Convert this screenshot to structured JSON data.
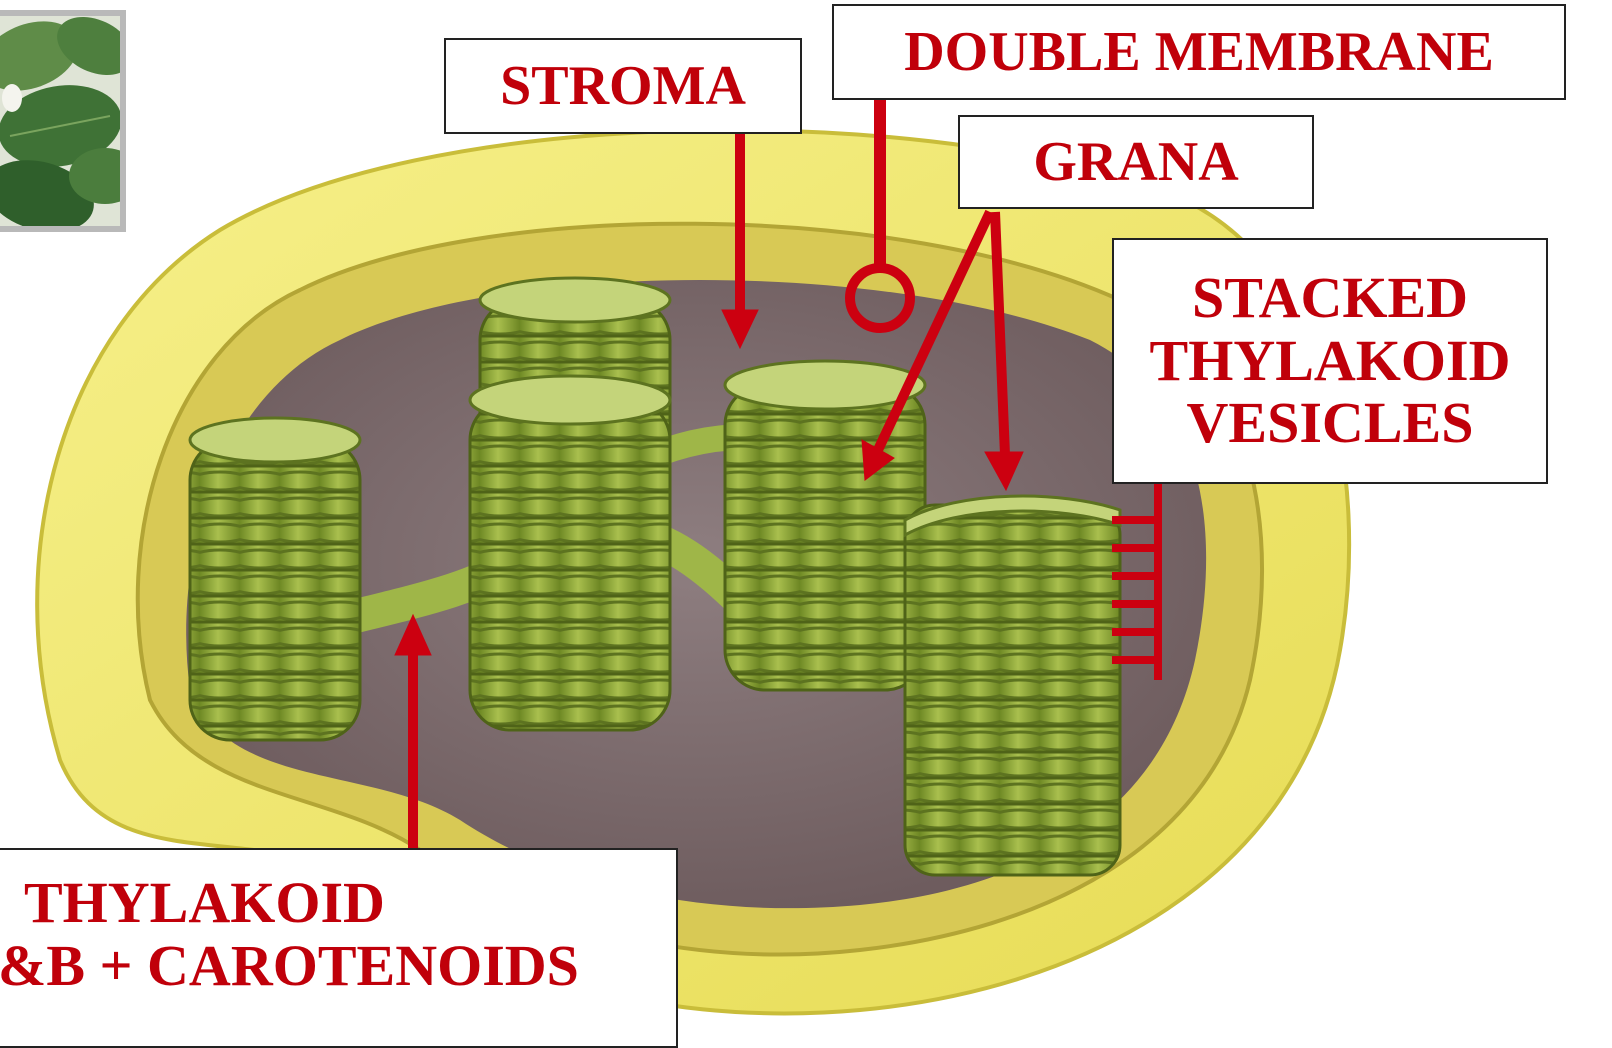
{
  "labels": {
    "stroma": "STROMA",
    "double_membrane": "DOUBLE MEMBRANE",
    "grana": "GRANA",
    "stacked": [
      "STACKED",
      "THYLAKOID",
      "VESICLES"
    ],
    "thylakoid": [
      "THYLAKOID",
      "&B + CAROTENOIDS"
    ]
  },
  "colors": {
    "label_text": "#c0000a",
    "arrow": "#cc0010",
    "outer_membrane": "#f1ea6c",
    "inner_membrane": "#cfc04a",
    "stroma_fill": "#7d6a6c",
    "thylakoid_green": "#8fa838",
    "thylakoid_light": "#c8d77a",
    "leaf": "#3d7a38"
  },
  "icons": {
    "leaf_thumbnail": "leaf-photo-icon"
  }
}
